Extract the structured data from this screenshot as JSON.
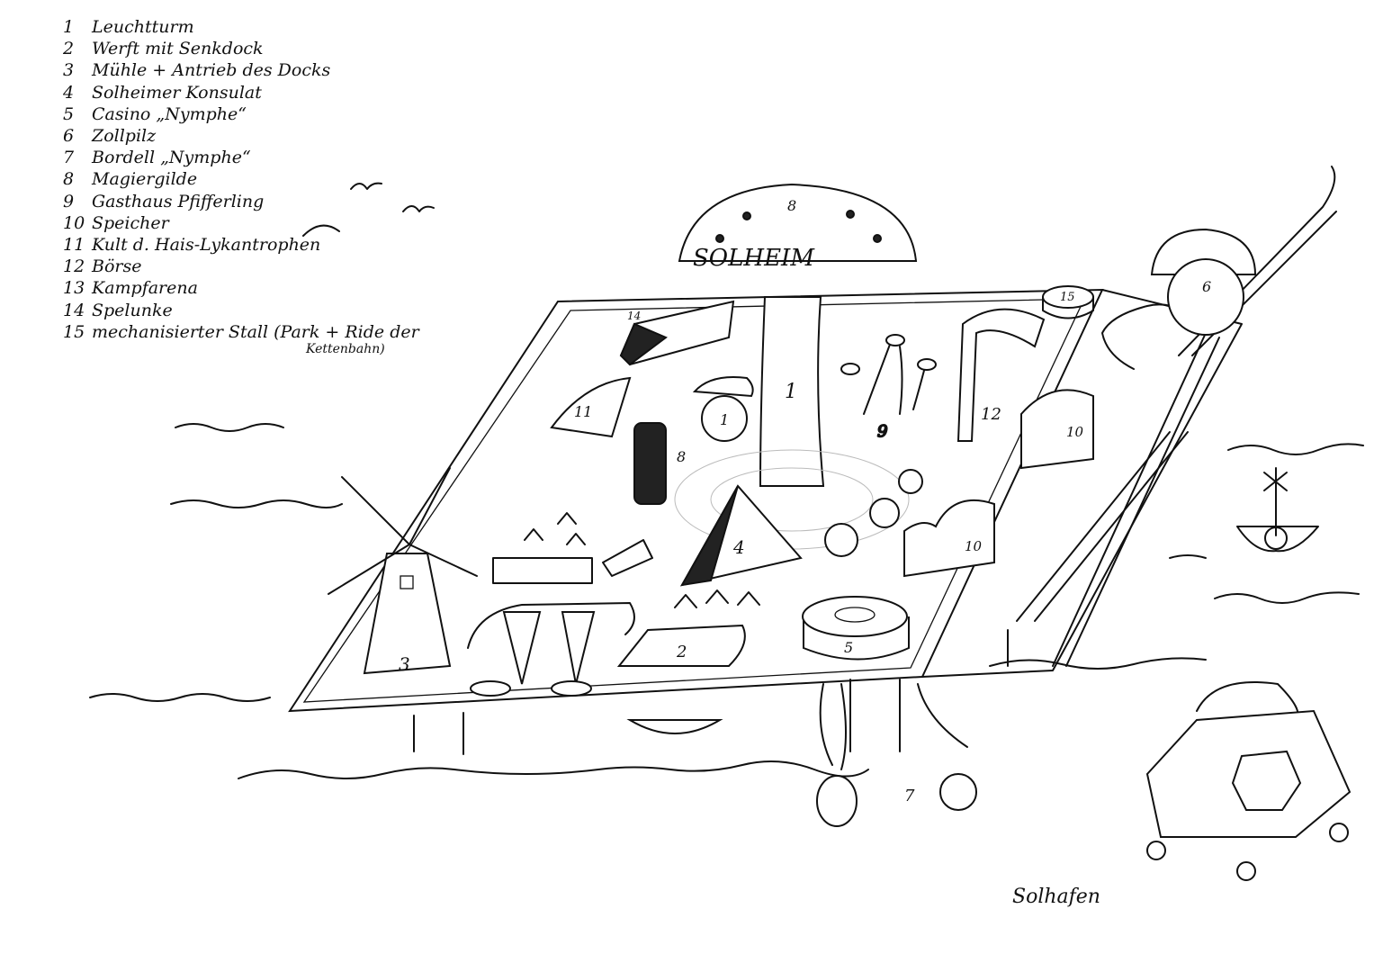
{
  "legend": {
    "items": [
      {
        "num": "1",
        "label": "Leuchtturm"
      },
      {
        "num": "2",
        "label": "Werft mit Senkdock"
      },
      {
        "num": "3",
        "label": "Mühle + Antrieb des Docks"
      },
      {
        "num": "4",
        "label": "Solheimer Konsulat"
      },
      {
        "num": "5",
        "label": "Casino „Nymphe“"
      },
      {
        "num": "6",
        "label": "Zollpilz"
      },
      {
        "num": "7",
        "label": "Bordell „Nymphe“"
      },
      {
        "num": "8",
        "label": "Magiergilde"
      },
      {
        "num": "9",
        "label": "Gasthaus Pfifferling"
      },
      {
        "num": "10",
        "label": "Speicher"
      },
      {
        "num": "11",
        "label": "Kult d. Hais-Lykantrophen"
      },
      {
        "num": "12",
        "label": "Börse"
      },
      {
        "num": "13",
        "label": "Kampfarena"
      },
      {
        "num": "14",
        "label": "Spelunke"
      },
      {
        "num": "15",
        "label": "mechanisierter Stall (Park + Ride der"
      }
    ],
    "item15_continuation": "Kettenbahn)"
  },
  "map": {
    "city_name": "SOLHEIM",
    "harbor_name": "Solhafen",
    "markers": {
      "lighthouse": "1",
      "shipyard": "2",
      "mill": "3",
      "consulate": "4",
      "casino": "5",
      "customs": "6",
      "brothel": "7",
      "mages_guild": "8",
      "inn": "9",
      "storage_a": "10",
      "storage_b": "10",
      "cult": "11",
      "exchange": "12",
      "arena": "1",
      "tavern": "14",
      "stable": "15",
      "lighthouse_cap": "8"
    }
  }
}
